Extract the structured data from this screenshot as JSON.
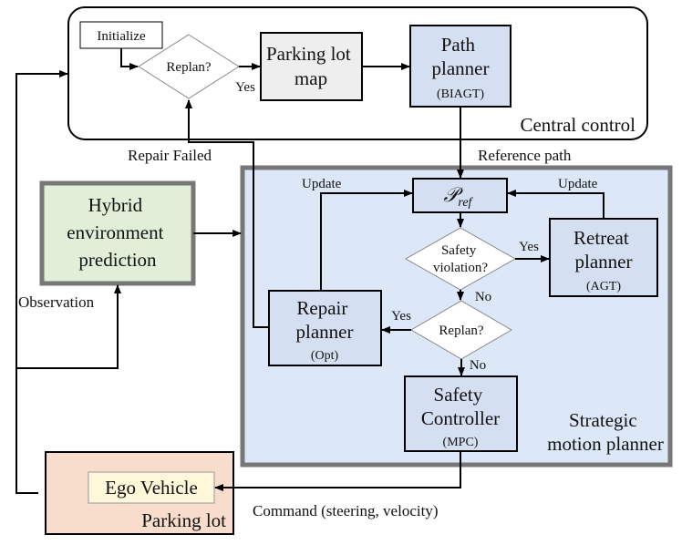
{
  "central_control": {
    "label": "Central control",
    "initialize": "Initialize",
    "replan": "Replan?",
    "yes": "Yes",
    "parking_map": [
      "Parking lot",
      "map"
    ],
    "path_planner": [
      "Path",
      "planner"
    ],
    "path_planner_sub": "(BIAGT)"
  },
  "edges": {
    "reference_path": "Reference path",
    "repair_failed": "Repair Failed",
    "observation": "Observation",
    "command": "Command (steering, velocity)",
    "update_left": "Update",
    "update_right": "Update"
  },
  "hybrid": [
    "Hybrid",
    "environment",
    "prediction"
  ],
  "strategic": {
    "label": [
      "Strategic",
      "motion planner"
    ],
    "p_ref_main": "𝒫",
    "p_ref_sub": "ref",
    "safety_violation": [
      "Safety",
      "violation?"
    ],
    "yes_retreat": "Yes",
    "no_safety": "No",
    "retreat": [
      "Retreat",
      "planner"
    ],
    "retreat_sub": "(AGT)",
    "replan": "Replan?",
    "yes_repair": "Yes",
    "no_replan": "No",
    "repair": [
      "Repair",
      "planner"
    ],
    "repair_sub": "(Opt)",
    "safety_ctrl": [
      "Safety",
      "Controller"
    ],
    "safety_ctrl_sub": "(MPC)"
  },
  "parking_lot": {
    "label": "Parking lot",
    "ego": "Ego Vehicle"
  },
  "colors": {
    "blue_bg": "#dce8f7",
    "blue_box": "#d5dff2",
    "green_box": "#e1eed8",
    "orange_box": "#f8dccc",
    "ego_fill": "#fff7d9",
    "map_fill": "#eeeeee",
    "gray_border": "#777777"
  }
}
